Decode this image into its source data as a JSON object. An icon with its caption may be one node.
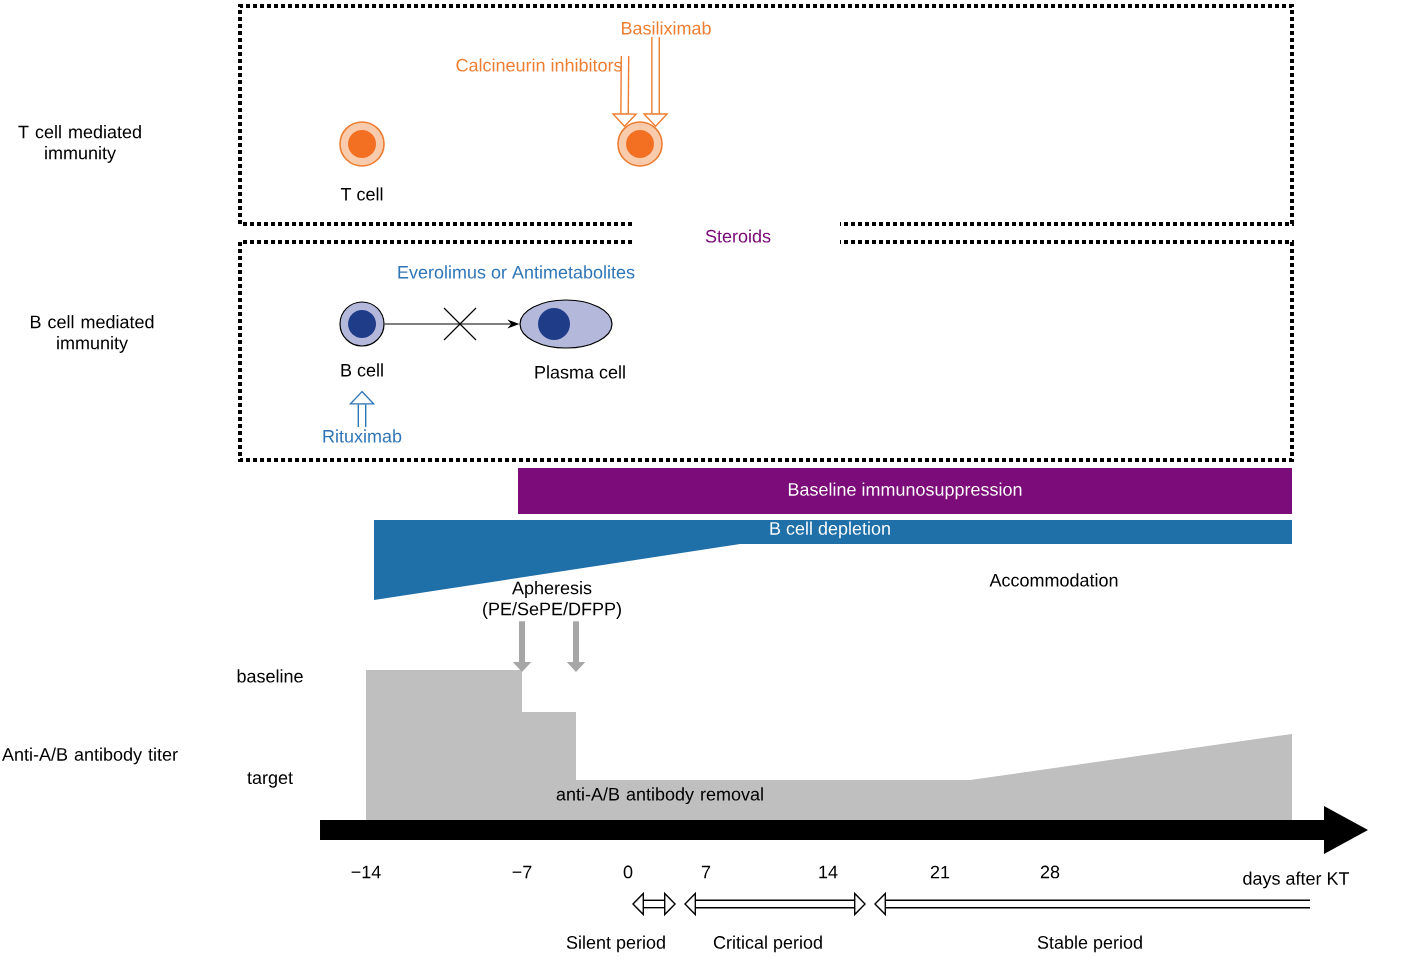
{
  "diagram": {
    "nodes": [
      {
        "text": [],
        "shape": "circle",
        "beside": [
          "T cell"
        ]
      },
      {
        "text": [],
        "shape": "circle"
      },
      {
        "text": [
          "Calcineurin inhibitors"
        ]
      },
      {
        "text": [
          "Basiliximab"
        ]
      },
      {
        "text": [],
        "shape": "circle",
        "beside": [
          "B cell"
        ]
      },
      {
        "text": [],
        "shape": "ellipse",
        "beside": [
          "Plasma cell"
        ]
      },
      {
        "text": [
          "Rituximab"
        ]
      },
      {
        "text": [
          "Baseline immunosuppression"
        ]
      },
      {
        "text": [
          "B cell depletion"
        ]
      },
      {
        "text": [
          "Apheresis (PE/SePE/DFPP)"
        ]
      },
      {
        "text": [
          "anti-A/B antibody removal"
        ]
      }
    ],
    "edges": [
      {
        "from": 2,
        "to": 1,
        "arrow": "to",
        "color": "#ed7d31"
      },
      {
        "from": 3,
        "to": 1,
        "arrow": "to",
        "color": "#ed7d31"
      },
      {
        "from": 6,
        "to": 4,
        "arrow": "to",
        "color": "#2e75b6"
      },
      {
        "from": 4,
        "to": 5,
        "arrow": "to",
        "color": "#000000"
      },
      {
        "from": 9,
        "to": 10,
        "arrow": "to",
        "color": "#a6a6a6"
      },
      {
        "from": 9,
        "to": 10,
        "arrow": "to",
        "color": "#a6a6a6"
      }
    ],
    "labels": [
      "T cell mediated immunity",
      "Steroids",
      "B cell mediated immunity",
      "Everolimus or Antimetabolites",
      "Accommodation",
      "baseline",
      "Anti-A/B antibody titer",
      "target",
      "−14",
      "−7",
      "0",
      "7",
      "14",
      "21",
      "28",
      "days after KT",
      "Silent period",
      "Critical period",
      "Stable period"
    ]
  }
}
